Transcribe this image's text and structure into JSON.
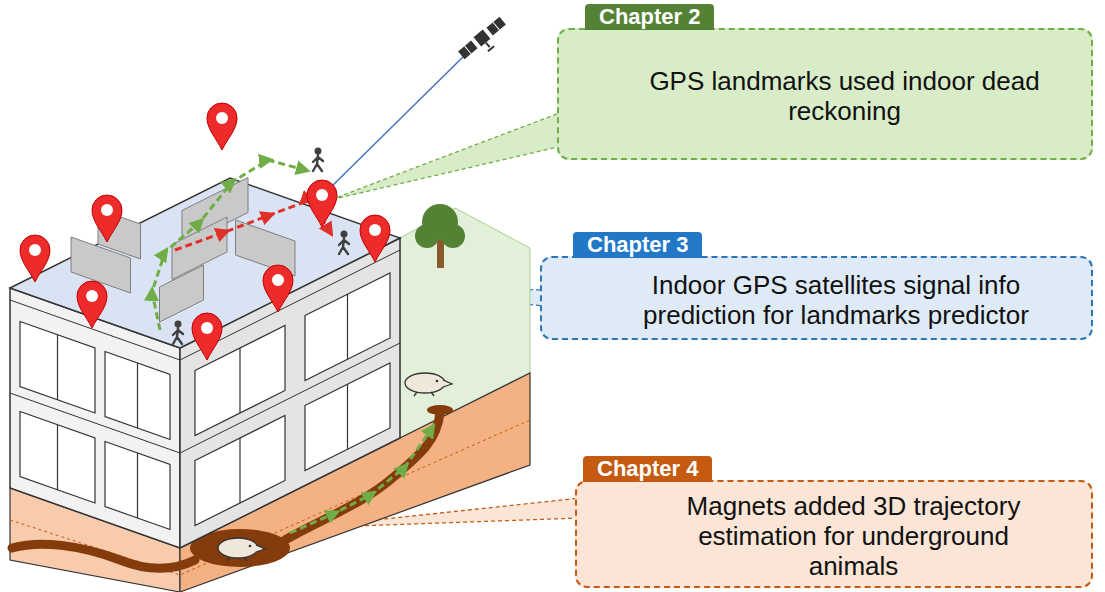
{
  "diagram": {
    "nodes": [
      {
        "text": [
          "Chapter 2",
          "GPS landmarks used indoor dead reckoning"
        ]
      },
      {
        "text": [
          "Chapter 3",
          "Indoor GPS satellites signal info prediction for landmarks predictor"
        ]
      },
      {
        "text": [
          "Chapter 4",
          "Magnets added 3D trajectory estimation for underground animals"
        ]
      }
    ]
  }
}
